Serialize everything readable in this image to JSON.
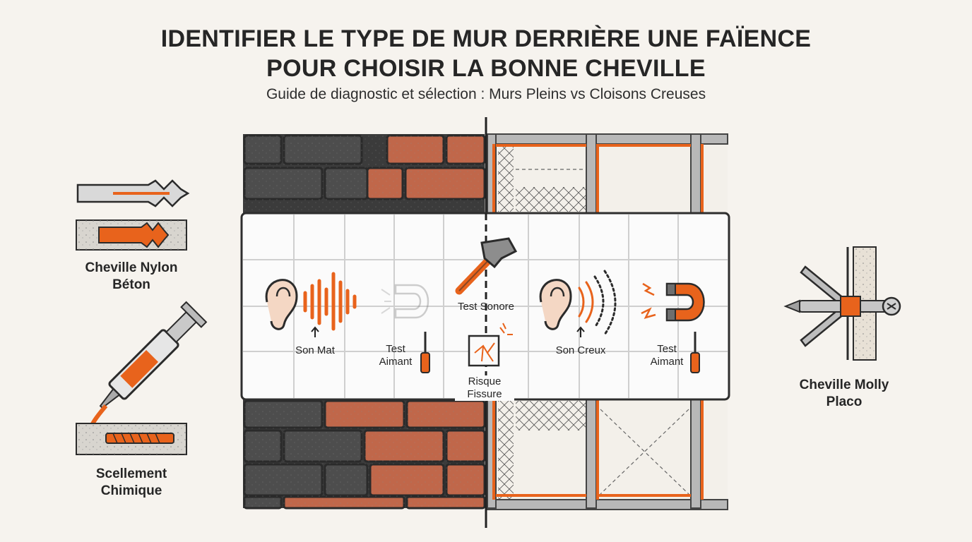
{
  "header": {
    "title_line1": "IDENTIFIER LE TYPE DE MUR DERRIÈRE UNE FAÏENCE",
    "title_line2": "POUR CHOISIR LA BONNE CHEVILLE",
    "subtitle": "Guide de diagnostic et sélection : Murs Pleins vs Cloisons Creuses"
  },
  "left_products": [
    {
      "line1": "Cheville Nylon",
      "line2": "Béton"
    },
    {
      "line1": "Scellement",
      "line2": "Chimique"
    }
  ],
  "right_product": {
    "line1": "Cheville Molly",
    "line2": "Placo"
  },
  "tests": {
    "center_title": "Test Sonore",
    "solid_sound": "Son Mat",
    "hollow_sound": "Son Creux",
    "magnet_line1": "Test",
    "magnet_line2": "Aimant",
    "risk_line1": "Risque",
    "risk_line2": "Fissure"
  },
  "colors": {
    "accent": "#e8631c",
    "dark": "#2b2b2b",
    "brick": "#c0674a",
    "stone": "#4a4a4a",
    "metal": "#a9a9a9"
  }
}
